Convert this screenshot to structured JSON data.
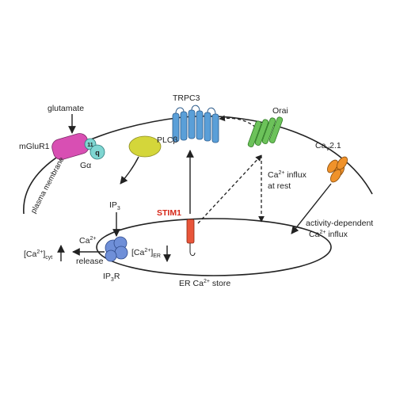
{
  "labels": {
    "glutamate": "glutamate",
    "mglur1": "mGluR1",
    "q11": "11",
    "q": "q",
    "galpha": "Gα",
    "plcb": "PLCβ",
    "plasma_membrane": "plasma membrane",
    "ip3_base": "IP",
    "ip3_sub": "3",
    "trpc3": "TRPC3",
    "orai": "Orai",
    "cav_base": "Ca",
    "cav_sub": "V",
    "cav_rest": "2.1",
    "ca_influx_rest_base": "Ca",
    "ca_influx_rest_sup": "2+",
    "ca_influx_rest_tail": " influx",
    "at_rest": "at rest",
    "stim1": "STIM1",
    "activity_dependent": "activity-dependent",
    "ca_influx2_base": "Ca",
    "ca_influx2_sup": "2+",
    "ca_influx2_tail": " influx",
    "ca_release_base": "Ca",
    "ca_release_sup": "2+",
    "release": "release",
    "ca_cyt_open": "[Ca",
    "ca_cyt_sup": "2+",
    "ca_cyt_close": "]",
    "ca_cyt_sub": "cyt",
    "ca_er_open": "[Ca",
    "ca_er_sup": "2+",
    "ca_er_close": "]",
    "ca_er_sub": "ER",
    "ip3r_base": "IP",
    "ip3r_sub": "3",
    "ip3r_tail": "R",
    "er_store_base": "ER Ca",
    "er_store_sup": "2+",
    "er_store_tail": " store"
  },
  "colors": {
    "stim1_label": "#d62718",
    "mglur1": "#d84fb3",
    "gq": "#7fd6d2",
    "plcb": "#d4d63a",
    "trpc3": "#5a9fd8",
    "orai": "#6cc25a",
    "cav21": "#f0922a",
    "stim1": "#e8553a",
    "ip3r": "#6f8fd8"
  }
}
